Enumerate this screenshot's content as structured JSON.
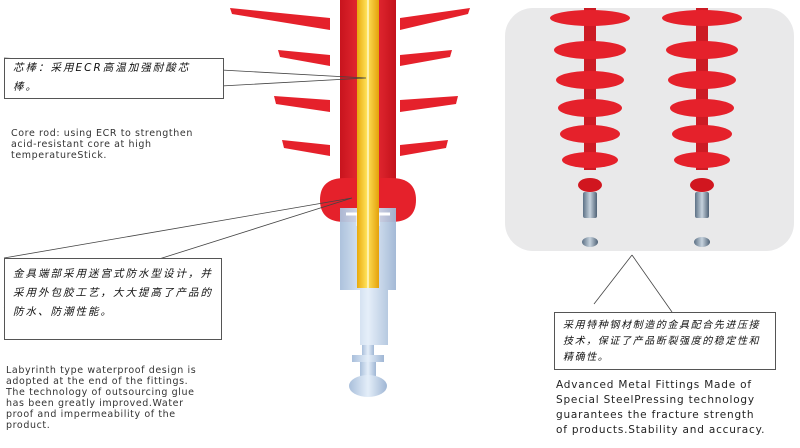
{
  "annotations": {
    "core_rod": {
      "cn": "芯棒：采用ECR高温加强耐酸芯棒。",
      "en": "Core rod: using ECR to strengthen\nacid-resistant core at high\ntemperatureStick."
    },
    "waterproof": {
      "cn": "金具端部采用迷宫式防水型设计，并采用外包胶工艺，大大提高了产品的防水、防潮性能。",
      "en": "Labyrinth type waterproof design is\nadopted at the end of the fittings.\nThe technology of outsourcing glue\nhas been greatly improved.Water\nproof and impermeability of the\nproduct."
    },
    "fittings": {
      "cn": "采用特种钢材制造的金具配合先进压接技术，保证了产品断裂强度的稳定性和精确性。",
      "en": "Advanced Metal Fittings Made of\nSpecial SteelPressing technology\nguarantees the fracture strength\nof products.Stability and accuracy."
    }
  },
  "colors": {
    "shed_red": "#e5212b",
    "core_yellow": "#f6c21c",
    "silicone_blue": "#c9dbef",
    "photo_bg": "#e9e9ea"
  }
}
